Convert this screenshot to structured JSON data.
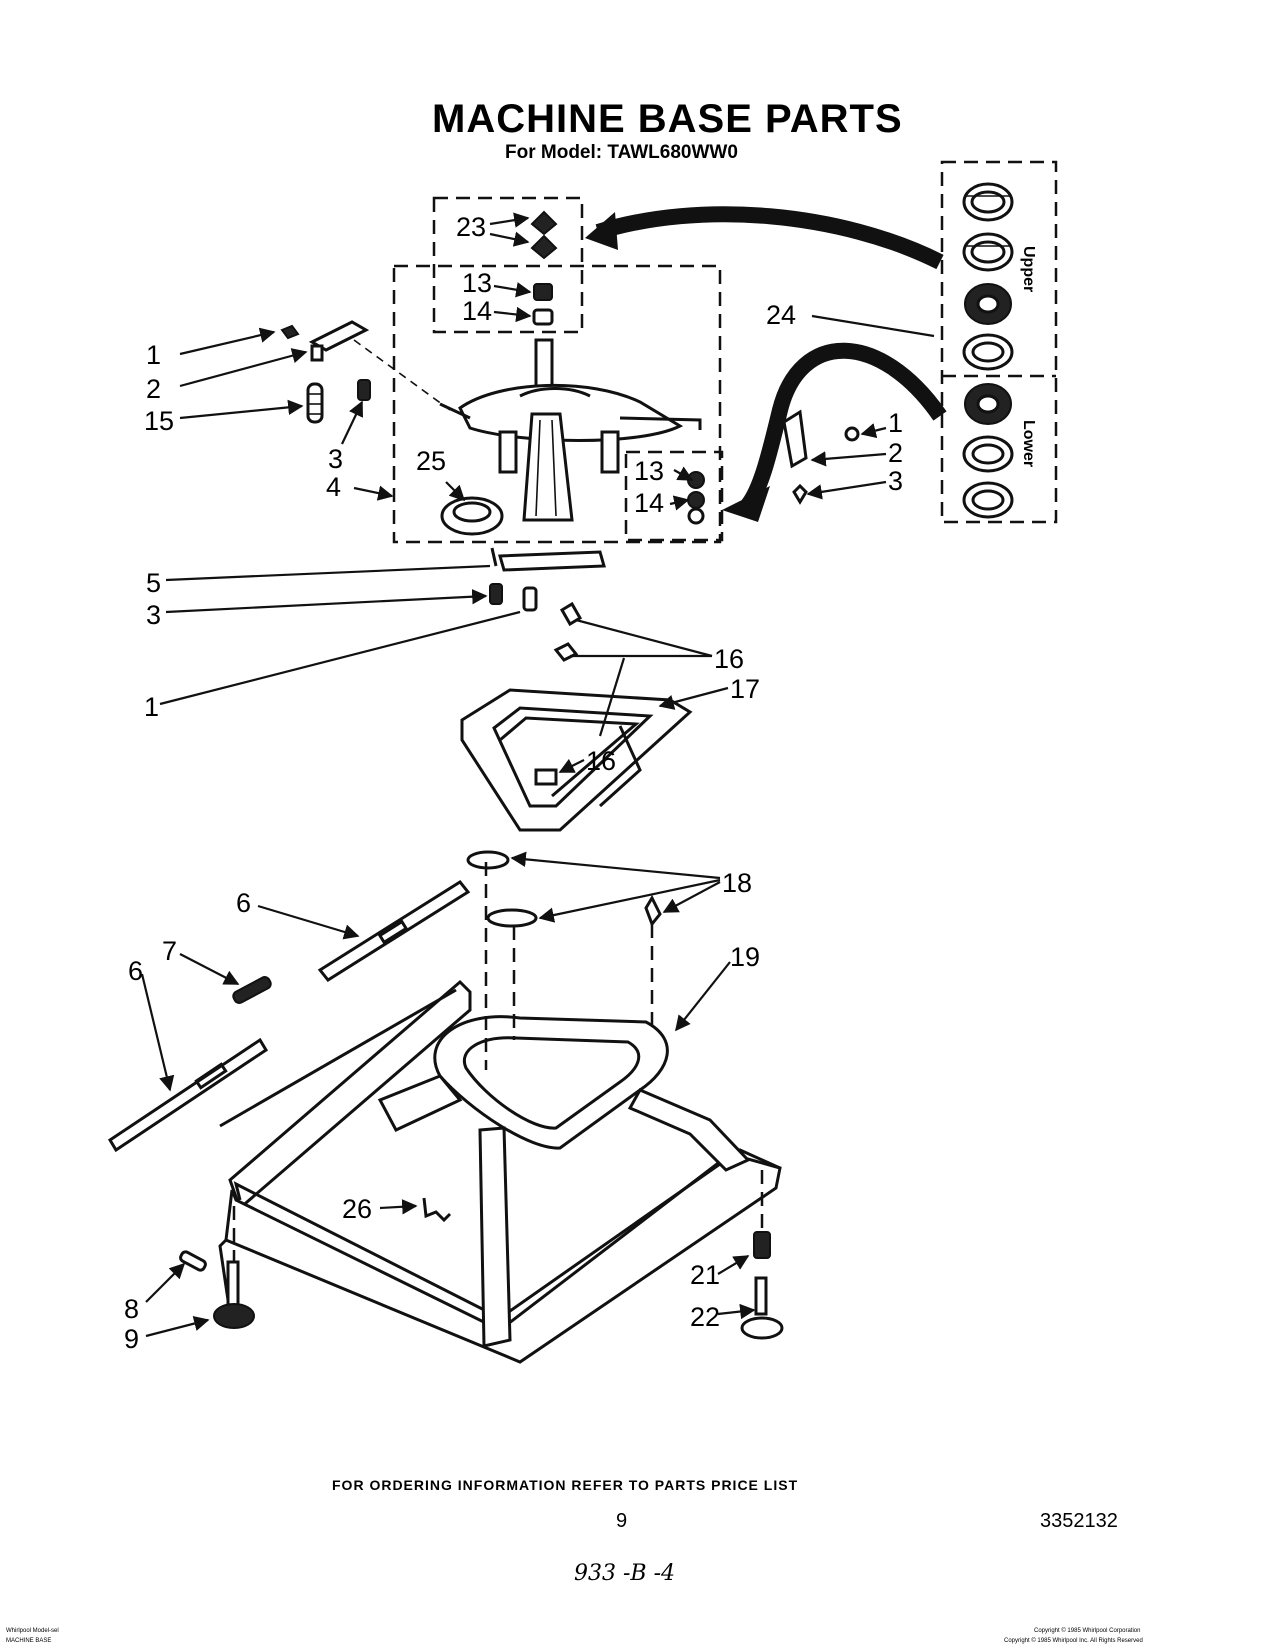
{
  "title": "MACHINE BASE PARTS",
  "model": "For Model: TAWL680WW0",
  "bearing_kit": {
    "upper": "Upper",
    "lower": "Lower"
  },
  "footer": {
    "ordering": "FOR ORDERING INFORMATION REFER TO PARTS PRICE LIST",
    "page": "9",
    "doc": "3352132",
    "handwritten": "933 -B -4"
  },
  "fine_print": {
    "left1": "Whirlpool Model-sel",
    "left2": "MACHINE BASE",
    "right1": "Copyright © 1985 Whirlpool Corporation",
    "right2": "Copyright © 1985 Whirlpool Inc. All Rights Reserved"
  },
  "callouts": [
    {
      "id": "c1a",
      "label": "1"
    },
    {
      "id": "c2a",
      "label": "2"
    },
    {
      "id": "c15",
      "label": "15"
    },
    {
      "id": "c3a",
      "label": "3"
    },
    {
      "id": "c4",
      "label": "4"
    },
    {
      "id": "c25",
      "label": "25"
    },
    {
      "id": "c23",
      "label": "23"
    },
    {
      "id": "c13a",
      "label": "13"
    },
    {
      "id": "c14a",
      "label": "14"
    },
    {
      "id": "c24",
      "label": "24"
    },
    {
      "id": "c1b",
      "label": "1"
    },
    {
      "id": "c2b",
      "label": "2"
    },
    {
      "id": "c3b",
      "label": "3"
    },
    {
      "id": "c13b",
      "label": "13"
    },
    {
      "id": "c14b",
      "label": "14"
    },
    {
      "id": "c5",
      "label": "5"
    },
    {
      "id": "c3c",
      "label": "3"
    },
    {
      "id": "c1c",
      "label": "1"
    },
    {
      "id": "c16a",
      "label": "16"
    },
    {
      "id": "c17",
      "label": "17"
    },
    {
      "id": "c16b",
      "label": "16"
    },
    {
      "id": "c18",
      "label": "18"
    },
    {
      "id": "c19",
      "label": "19"
    },
    {
      "id": "c6a",
      "label": "6"
    },
    {
      "id": "c7",
      "label": "7"
    },
    {
      "id": "c6b",
      "label": "6"
    },
    {
      "id": "c26",
      "label": "26"
    },
    {
      "id": "c21",
      "label": "21"
    },
    {
      "id": "c8",
      "label": "8"
    },
    {
      "id": "c9",
      "label": "9"
    },
    {
      "id": "c22",
      "label": "22"
    }
  ]
}
